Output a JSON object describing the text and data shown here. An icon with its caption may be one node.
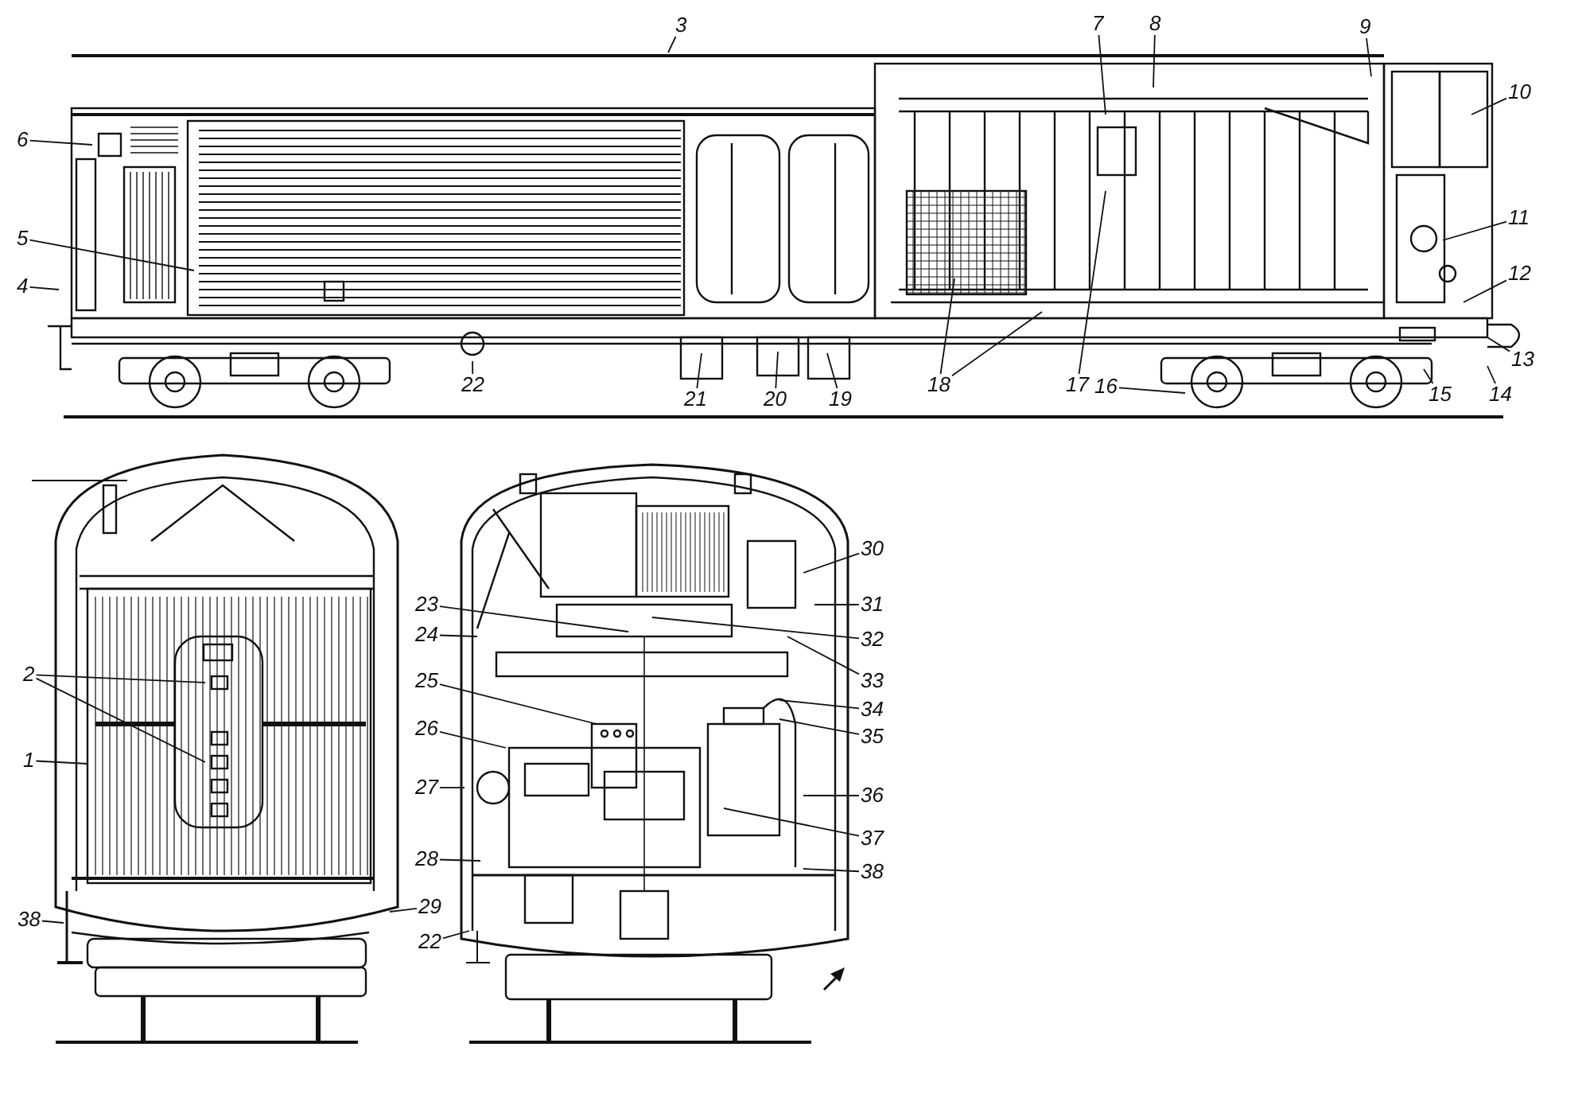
{
  "diagram": {
    "nodes": [
      {
        "text": [
          "3"
        ]
      },
      {
        "text": [
          "7"
        ]
      },
      {
        "text": [
          "8"
        ]
      },
      {
        "text": [
          "9"
        ]
      },
      {
        "text": [
          "10"
        ]
      },
      {
        "text": [
          "6"
        ]
      },
      {
        "text": [
          "11"
        ]
      },
      {
        "text": [
          "5"
        ]
      },
      {
        "text": [
          "12"
        ]
      },
      {
        "text": [
          "4"
        ]
      },
      {
        "text": [
          "13"
        ]
      },
      {
        "text": [
          "22"
        ]
      },
      {
        "text": [
          "21"
        ]
      },
      {
        "text": [
          "20"
        ]
      },
      {
        "text": [
          "19"
        ]
      },
      {
        "text": [
          "18"
        ]
      },
      {
        "text": [
          "17"
        ]
      },
      {
        "text": [
          "16"
        ]
      },
      {
        "text": [
          "15"
        ]
      },
      {
        "text": [
          "14"
        ]
      },
      {
        "text": [
          "2"
        ]
      },
      {
        "text": [
          "1"
        ]
      },
      {
        "text": [
          "38"
        ]
      },
      {
        "text": [
          "29"
        ]
      },
      {
        "text": [
          "23"
        ]
      },
      {
        "text": [
          "24"
        ]
      },
      {
        "text": [
          "25"
        ]
      },
      {
        "text": [
          "26"
        ]
      },
      {
        "text": [
          "27"
        ]
      },
      {
        "text": [
          "28"
        ]
      },
      {
        "text": [
          "22"
        ]
      },
      {
        "text": [
          "30"
        ]
      },
      {
        "text": [
          "31"
        ]
      },
      {
        "text": [
          "32"
        ]
      },
      {
        "text": [
          "33"
        ]
      },
      {
        "text": [
          "34"
        ]
      },
      {
        "text": [
          "35"
        ]
      },
      {
        "text": [
          "36"
        ]
      },
      {
        "text": [
          "37"
        ]
      },
      {
        "text": [
          "38"
        ]
      }
    ],
    "edges": [
      {
        "from": 0,
        "to": null,
        "arrow": "none"
      },
      {
        "from": 1,
        "to": null,
        "arrow": "none"
      },
      {
        "from": 2,
        "to": null,
        "arrow": "none"
      },
      {
        "from": 3,
        "to": null,
        "arrow": "none"
      },
      {
        "from": 4,
        "to": null,
        "arrow": "none"
      },
      {
        "from": 5,
        "to": null,
        "arrow": "none"
      },
      {
        "from": 6,
        "to": null,
        "arrow": "none"
      },
      {
        "from": 7,
        "to": null,
        "arrow": "none"
      },
      {
        "from": 8,
        "to": null,
        "arrow": "none"
      },
      {
        "from": 9,
        "to": null,
        "arrow": "none"
      },
      {
        "from": 10,
        "to": null,
        "arrow": "none"
      },
      {
        "from": 11,
        "to": null,
        "arrow": "none"
      },
      {
        "from": 12,
        "to": null,
        "arrow": "none"
      },
      {
        "from": 13,
        "to": null,
        "arrow": "none"
      },
      {
        "from": 14,
        "to": null,
        "arrow": "none"
      },
      {
        "from": 15,
        "to": null,
        "arrow": "none"
      },
      {
        "from": 15,
        "to": null,
        "arrow": "none"
      },
      {
        "from": 16,
        "to": null,
        "arrow": "none"
      },
      {
        "from": 17,
        "to": null,
        "arrow": "none"
      },
      {
        "from": 18,
        "to": null,
        "arrow": "none"
      },
      {
        "from": 19,
        "to": null,
        "arrow": "none"
      },
      {
        "from": 20,
        "to": null,
        "arrow": "none"
      },
      {
        "from": 20,
        "to": null,
        "arrow": "none"
      },
      {
        "from": 21,
        "to": null,
        "arrow": "none"
      },
      {
        "from": 22,
        "to": null,
        "arrow": "none"
      },
      {
        "from": 23,
        "to": null,
        "arrow": "none"
      },
      {
        "from": 24,
        "to": null,
        "arrow": "none"
      },
      {
        "from": 25,
        "to": null,
        "arrow": "none"
      },
      {
        "from": 26,
        "to": null,
        "arrow": "none"
      },
      {
        "from": 27,
        "to": null,
        "arrow": "none"
      },
      {
        "from": 28,
        "to": null,
        "arrow": "none"
      },
      {
        "from": 29,
        "to": null,
        "arrow": "none"
      },
      {
        "from": 30,
        "to": null,
        "arrow": "none"
      },
      {
        "from": 31,
        "to": null,
        "arrow": "none"
      },
      {
        "from": 32,
        "to": null,
        "arrow": "none"
      },
      {
        "from": 33,
        "to": null,
        "arrow": "none"
      },
      {
        "from": 34,
        "to": null,
        "arrow": "none"
      },
      {
        "from": 35,
        "to": null,
        "arrow": "none"
      },
      {
        "from": 36,
        "to": null,
        "arrow": "none"
      },
      {
        "from": 37,
        "to": null,
        "arrow": "none"
      },
      {
        "from": 38,
        "to": null,
        "arrow": "none"
      },
      {
        "from": 39,
        "to": null,
        "arrow": "none"
      }
    ]
  }
}
